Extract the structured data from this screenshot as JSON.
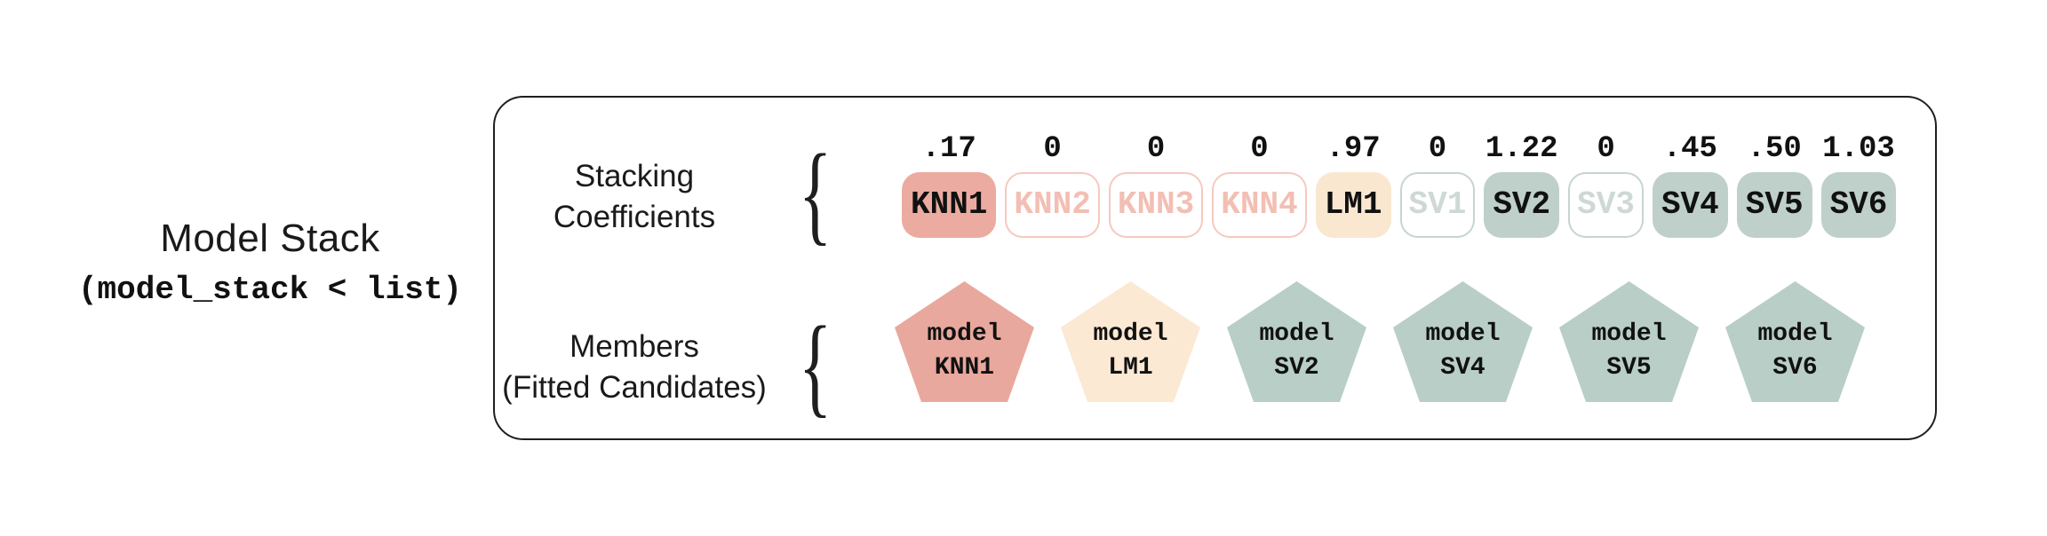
{
  "title": {
    "heading": "Model Stack",
    "code": "(model_stack < list)"
  },
  "panel": {
    "stacking_row": {
      "label_line1": "Stacking",
      "label_line2": "Coefficients",
      "brace": "{"
    },
    "members_row": {
      "label_line1": "Members",
      "label_line2": "(Fitted Candidates)",
      "brace": "{"
    },
    "coefficients": [
      {
        "value": ".17",
        "name": "KNN1",
        "style": "salmon-filled"
      },
      {
        "value": "0",
        "name": "KNN2",
        "style": "salmon-outline"
      },
      {
        "value": "0",
        "name": "KNN3",
        "style": "salmon-outline"
      },
      {
        "value": "0",
        "name": "KNN4",
        "style": "salmon-outline"
      },
      {
        "value": ".97",
        "name": "LM1",
        "style": "cream-filled"
      },
      {
        "value": "0",
        "name": "SV1",
        "style": "teal-outline"
      },
      {
        "value": "1.22",
        "name": "SV2",
        "style": "teal-filled"
      },
      {
        "value": "0",
        "name": "SV3",
        "style": "teal-outline"
      },
      {
        "value": ".45",
        "name": "SV4",
        "style": "teal-filled"
      },
      {
        "value": ".50",
        "name": "SV5",
        "style": "teal-filled"
      },
      {
        "value": "1.03",
        "name": "SV6",
        "style": "teal-filled"
      }
    ],
    "members": [
      {
        "line1": "model",
        "line2": "KNN1",
        "style": "salmon"
      },
      {
        "line1": "model",
        "line2": "LM1",
        "style": "cream"
      },
      {
        "line1": "model",
        "line2": "SV2",
        "style": "teal"
      },
      {
        "line1": "model",
        "line2": "SV4",
        "style": "teal"
      },
      {
        "line1": "model",
        "line2": "SV5",
        "style": "teal"
      },
      {
        "line1": "model",
        "line2": "SV6",
        "style": "teal"
      }
    ],
    "colors": {
      "salmon_fill": "#ecaba0",
      "salmon_outline_border": "#f5c9c0",
      "salmon_outline_text": "#f3beb3",
      "cream_fill": "#fae7d0",
      "teal_fill": "#bed0c9",
      "teal_outline_border": "#c6d5cf",
      "teal_outline_text": "#ced9d4",
      "pentagon_salmon": "#e9a89d",
      "pentagon_cream": "#fce9d3",
      "pentagon_teal": "#b8cec6",
      "text": "#1a1a1a",
      "panel_border": "#1f1f1f"
    }
  }
}
